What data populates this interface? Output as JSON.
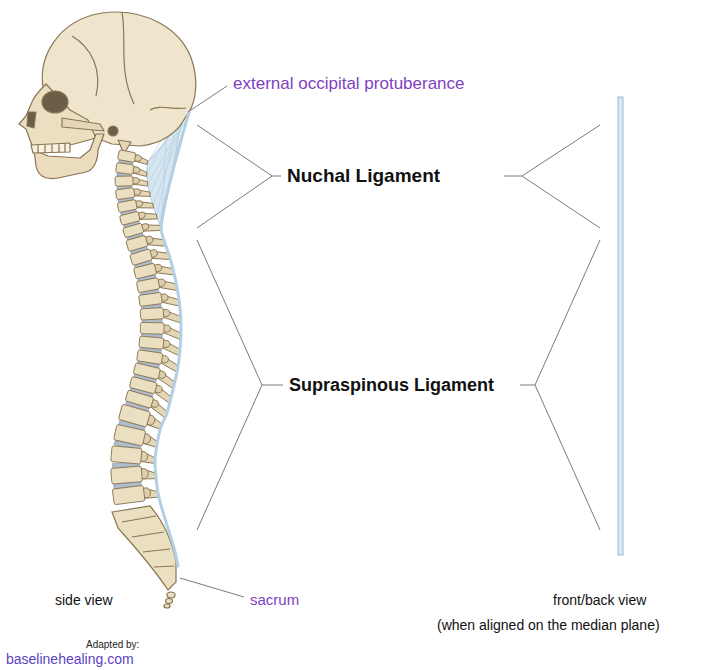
{
  "diagram": {
    "labels": [
      "external occipital protuberance",
      "Nuchal Ligament",
      "Supraspinous Ligament",
      "side view",
      "sacrum",
      "front/back view",
      "(when aligned on the median plane)",
      "Adapted by:",
      "baselinehealing.com"
    ]
  }
}
